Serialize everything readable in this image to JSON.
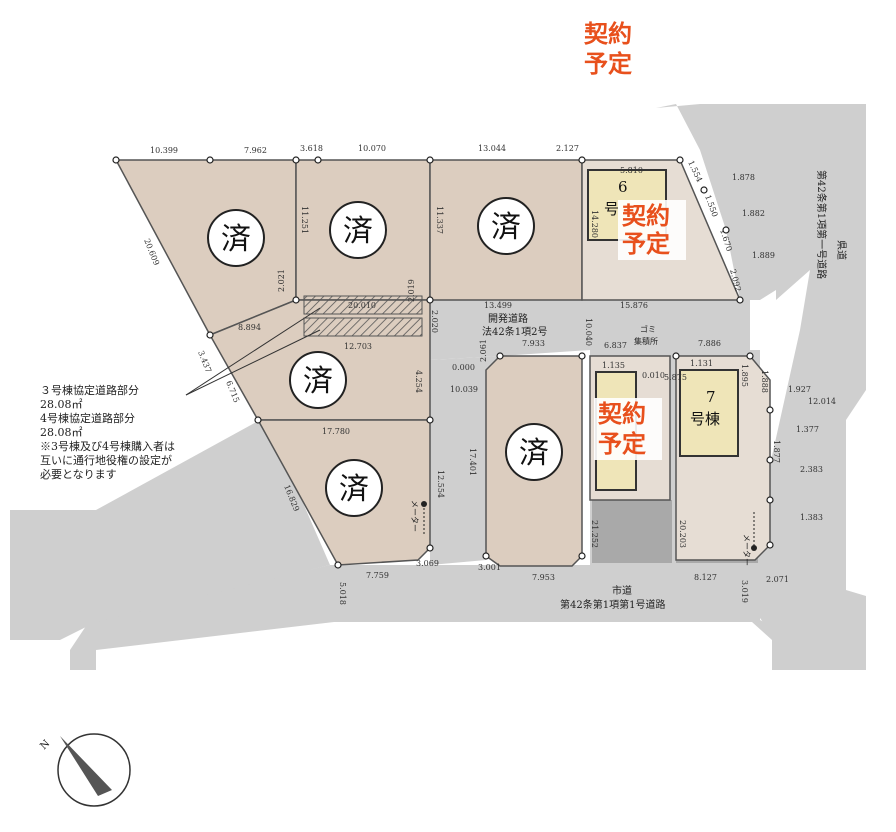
{
  "contract_label": [
    "契約",
    "予定"
  ],
  "sold_label": "済",
  "dimensions": {
    "top1": "10.399",
    "top2": "7.962",
    "top3": "3.618",
    "top4": "10.070",
    "top5": "13.044",
    "top6": "2.127",
    "lot6_top": "5.810",
    "lot6_side": "14.280",
    "right_a": "1.554",
    "right_b": "1.878",
    "right_c": "1.550",
    "right_d": "1.882",
    "right_e": "1.670",
    "right_f": "1.889",
    "right_g": "2.092",
    "left_diag": "20.609",
    "mid1_left": "11.251",
    "mid2_left": "11.337",
    "mid_a": "2.021",
    "mid_b": "2.019",
    "mid_c": "20.010",
    "mid_d": "2.020",
    "row2_left": "8.894",
    "row2_mid": "13.499",
    "row2_right": "15.876",
    "row2_b": "12.703",
    "row2_c": "6.715",
    "row2_d": "3.437",
    "lot_b_side": "4.254",
    "road_mid": "10.039",
    "road_right": "10.040",
    "col_a": "0.000",
    "col_b": "2.061",
    "lot7_top": "7.933",
    "lot_c_top": "6.837",
    "lot_c_top2": "7.886",
    "lot_c_a": "1.135",
    "lot_c_b": "1.131",
    "lot_c_c": "0.010",
    "lot7_side": "1.895",
    "lot_f_side": "17.780",
    "lot_f_right": "12.554",
    "lot_g_side": "17.401",
    "lot7_a": "1.927",
    "lot7_b": "1.377",
    "lot7_c": "12.014",
    "lot7_d": "1.888",
    "lot7_e": "2.383",
    "lot7_f": "1.383",
    "lot7_g": "1.877",
    "lot7_h": "2.071",
    "lot_left_vert": "16.829",
    "bottom_a": "7.759",
    "bottom_b": "3.069",
    "bottom_c": "5.018",
    "bottom_d": "3.001",
    "bottom_e": "7.953",
    "bottom_f": "8.127",
    "bottom_g": "3.019",
    "col_c": "21.252",
    "col_d": "20.203",
    "lot_e_a": "5.875"
  },
  "road_labels": {
    "private_road": [
      "開発道路",
      "法42条1項2号"
    ],
    "city_road": [
      "市道",
      "第42条第1項第1号道路"
    ],
    "right_road": [
      "県道",
      "第42条第1項第一号道路"
    ]
  },
  "buildings": {
    "no6": "6",
    "no6_suffix": "号",
    "no7": "7",
    "no7_label": "号棟",
    "meter": "メーター",
    "garbage": "ゴミ",
    "garbage_b": "集積所"
  },
  "note_lines": [
    "３号棟協定道路部分",
    "28.08㎡",
    "4号棟協定道路部分",
    "28.08㎡",
    "※3号棟及び4号棟購入者は",
    "互いに通行地役権の設定が",
    "必要となります"
  ],
  "compass_label": "N",
  "colors": {
    "lot": "#dccdbf",
    "road": "#cfcfcf",
    "dark": "#a9a9a9",
    "contract": "#e8501c"
  }
}
